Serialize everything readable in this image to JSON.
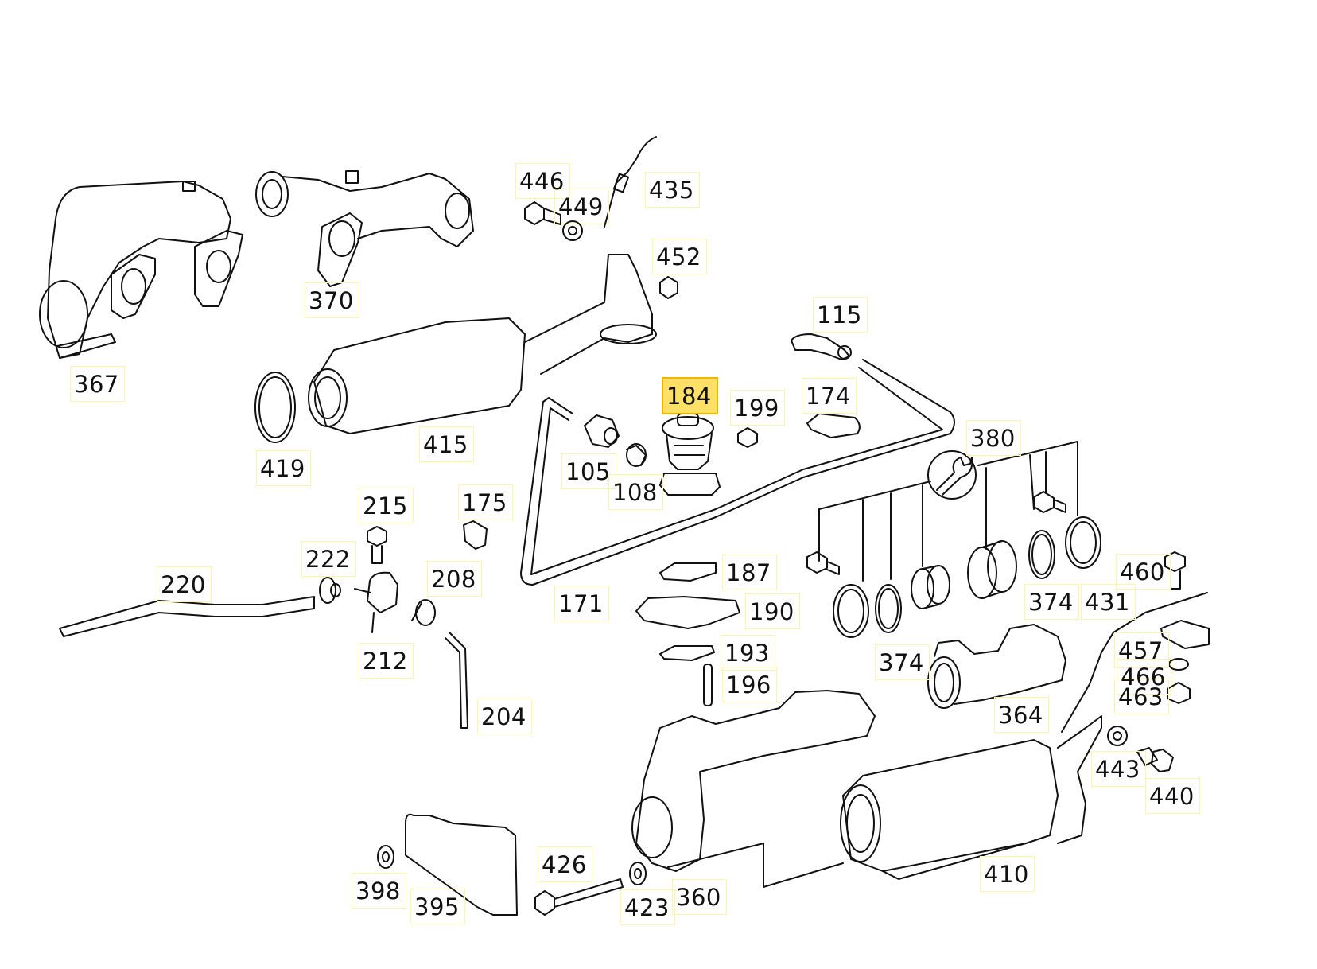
{
  "diagram": {
    "type": "exploded-parts-diagram",
    "highlight_color": "#FFE066",
    "highlight_border": "#F2B400",
    "label_border_color": "#FFF4A8",
    "selected_part": "184",
    "labels": [
      {
        "id": "367",
        "text": "367"
      },
      {
        "id": "370",
        "text": "370"
      },
      {
        "id": "446",
        "text": "446"
      },
      {
        "id": "449",
        "text": "449"
      },
      {
        "id": "435",
        "text": "435"
      },
      {
        "id": "452",
        "text": "452"
      },
      {
        "id": "115",
        "text": "115"
      },
      {
        "id": "419",
        "text": "419"
      },
      {
        "id": "415",
        "text": "415"
      },
      {
        "id": "184",
        "text": "184",
        "highlighted": true
      },
      {
        "id": "199",
        "text": "199"
      },
      {
        "id": "174",
        "text": "174"
      },
      {
        "id": "380",
        "text": "380"
      },
      {
        "id": "105",
        "text": "105"
      },
      {
        "id": "108",
        "text": "108"
      },
      {
        "id": "215",
        "text": "215"
      },
      {
        "id": "175",
        "text": "175"
      },
      {
        "id": "222",
        "text": "222"
      },
      {
        "id": "208",
        "text": "208"
      },
      {
        "id": "220",
        "text": "220"
      },
      {
        "id": "212",
        "text": "212"
      },
      {
        "id": "204",
        "text": "204"
      },
      {
        "id": "171",
        "text": "171"
      },
      {
        "id": "187",
        "text": "187"
      },
      {
        "id": "190",
        "text": "190"
      },
      {
        "id": "193",
        "text": "193"
      },
      {
        "id": "196",
        "text": "196"
      },
      {
        "id": "374a",
        "text": "374"
      },
      {
        "id": "431",
        "text": "431"
      },
      {
        "id": "460",
        "text": "460"
      },
      {
        "id": "374b",
        "text": "374"
      },
      {
        "id": "457",
        "text": "457"
      },
      {
        "id": "466",
        "text": "466"
      },
      {
        "id": "463",
        "text": "463"
      },
      {
        "id": "364",
        "text": "364"
      },
      {
        "id": "443",
        "text": "443"
      },
      {
        "id": "440",
        "text": "440"
      },
      {
        "id": "398",
        "text": "398"
      },
      {
        "id": "395",
        "text": "395"
      },
      {
        "id": "426",
        "text": "426"
      },
      {
        "id": "423",
        "text": "423"
      },
      {
        "id": "360",
        "text": "360"
      },
      {
        "id": "410",
        "text": "410"
      }
    ],
    "icons": [
      {
        "name": "wrench-icon",
        "meaning": "repair-kit-group"
      }
    ]
  }
}
